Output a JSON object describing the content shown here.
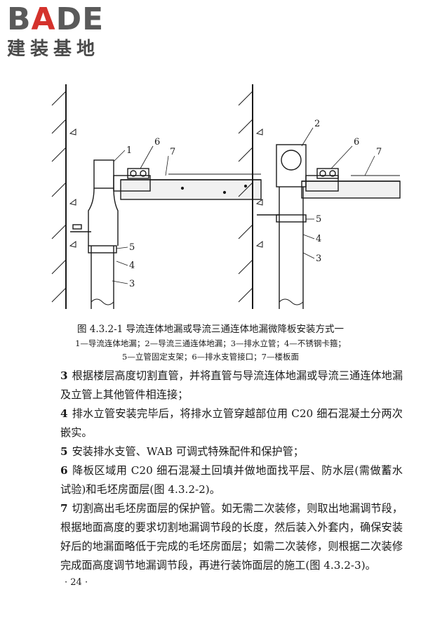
{
  "logo": {
    "text_prefix": "B",
    "text_accent": "A",
    "text_suffix": "DE",
    "subtitle": "建装基地"
  },
  "figure": {
    "left_labels": [
      "1",
      "6",
      "7",
      "5",
      "4",
      "3"
    ],
    "right_labels": [
      "2",
      "6",
      "7",
      "5",
      "4",
      "3"
    ],
    "caption_title": "图 4.3.2-1  导流连体地漏或导流三通连体地漏微降板安装方式一",
    "legend_line1": "1—导流连体地漏；2—导流三通连体地漏；3—排水立管；4—不锈钢卡箍；",
    "legend_line2": "5—立管固定支架；6—排水支管接口；7—楼板面"
  },
  "paragraphs": [
    {
      "num": "3",
      "text": "根据楼层高度切割直管，并将直管与导流连体地漏或导流三通连体地漏及立管上其他管件相连接；"
    },
    {
      "num": "4",
      "text": "排水立管安装完毕后，将排水立管穿越部位用 C20 细石混凝土分两次嵌实。"
    },
    {
      "num": "5",
      "text": "安装排水支管、WAB 可调式特殊配件和保护管；"
    },
    {
      "num": "6",
      "text": "降板区域用 C20 细石混凝土回填并做地面找平层、防水层(需做蓄水试验)和毛坯房面层(图 4.3.2-2)。"
    },
    {
      "num": "7",
      "text": "切割高出毛坯房面层的保护管。如无需二次装修，则取出地漏调节段，根据地面高度的要求切割地漏调节段的长度，然后装入外套内，确保安装好后的地漏面略低于完成的毛坯房面层；如需二次装修，则根据二次装修完成面高度调节地漏调节段，再进行装饰面层的施工(图 4.3.2-3)。"
    }
  ],
  "page_number": "· 24 ·",
  "colors": {
    "logo_gray": "#5a5a5a",
    "logo_red": "#d4322c",
    "ink": "#1a1a1a"
  }
}
